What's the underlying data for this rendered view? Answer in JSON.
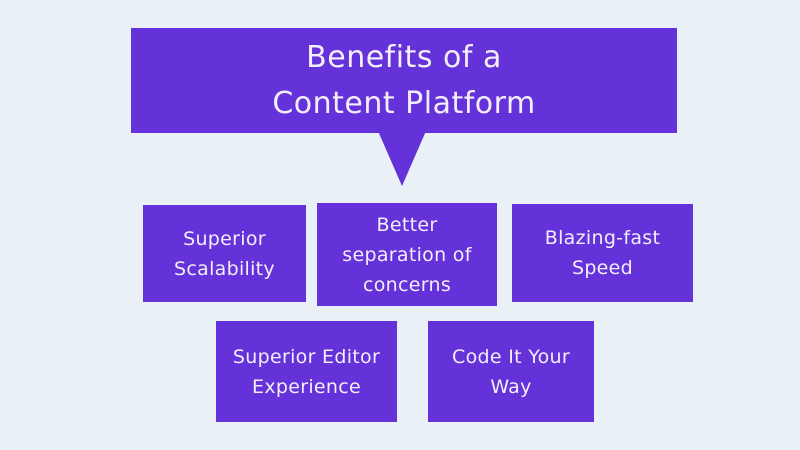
{
  "colors": {
    "accent": "#6432d8",
    "background": "#e9f1f6",
    "text": "#f2eefb"
  },
  "title": {
    "line1": "Benefits of a",
    "line2": "Content Platform"
  },
  "cards": [
    {
      "id": "superior-scalability",
      "label": "Superior\nScalability"
    },
    {
      "id": "separation-of-concerns",
      "label": "Better\nseparation of\nconcerns"
    },
    {
      "id": "blazing-fast-speed",
      "label": "Blazing-fast\nSpeed"
    },
    {
      "id": "superior-editor-experience",
      "label": "Superior Editor\nExperience"
    },
    {
      "id": "code-it-your-way",
      "label": "Code It Your\nWay"
    }
  ]
}
